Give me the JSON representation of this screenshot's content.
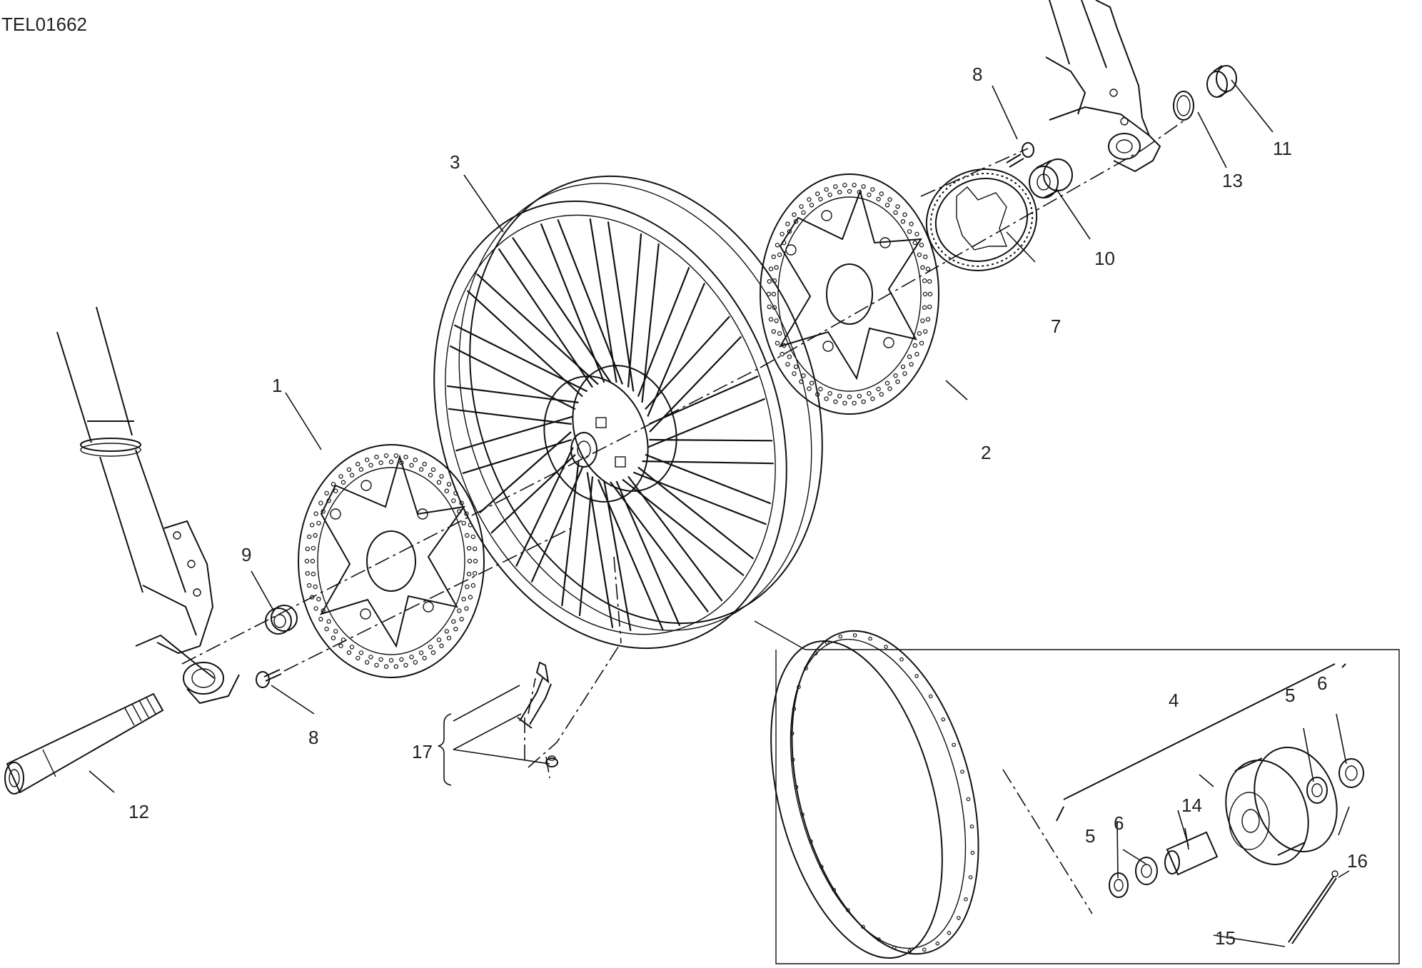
{
  "drawing_code": "TEL01662",
  "callouts": {
    "c1": "1",
    "c2": "2",
    "c3": "3",
    "c4": "4",
    "c5a": "5",
    "c5b": "5",
    "c6a": "6",
    "c6b": "6",
    "c7": "7",
    "c8a": "8",
    "c8b": "8",
    "c9": "9",
    "c10": "10",
    "c11": "11",
    "c12": "12",
    "c13": "13",
    "c14": "14",
    "c15": "15",
    "c16": "16",
    "c17": "17"
  }
}
